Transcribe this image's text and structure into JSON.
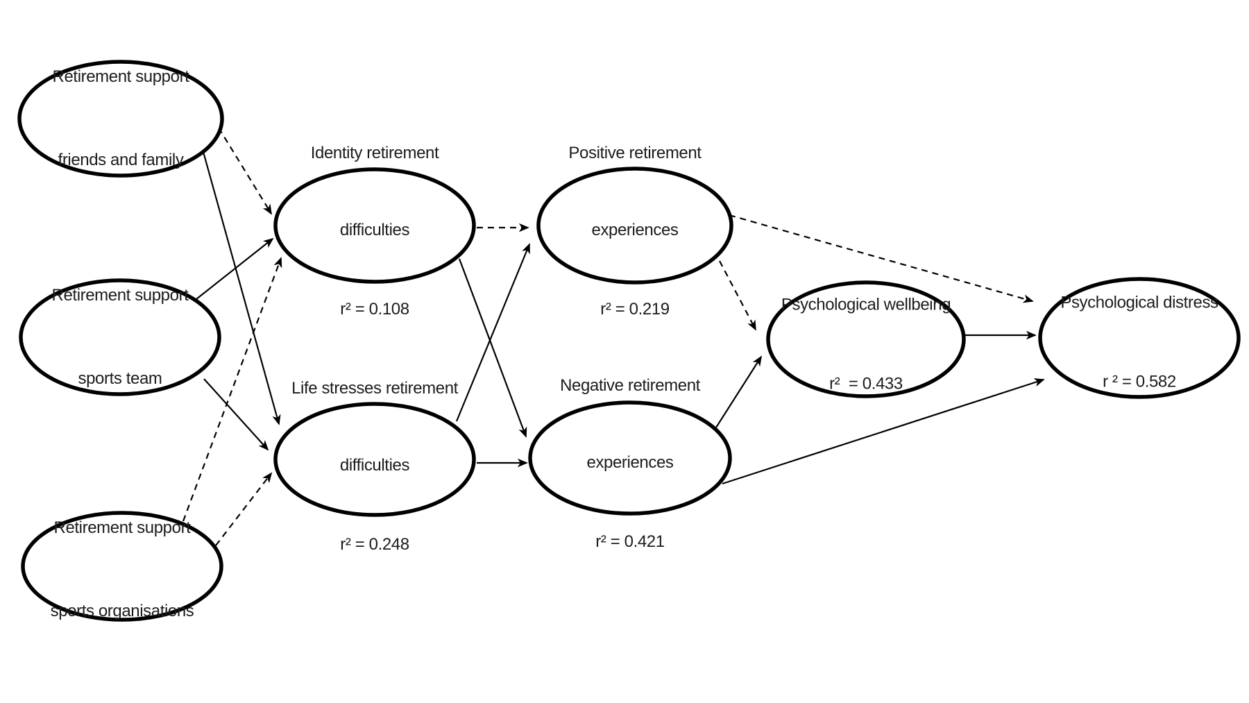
{
  "figure": {
    "type": "path-diagram",
    "background_color": "#ffffff",
    "stroke_color": "#000000",
    "nodes": {
      "friends_family": {
        "lines": [
          "Retirement support",
          "friends and family"
        ],
        "r2": null
      },
      "sports_team": {
        "lines": [
          "Retirement support",
          "sports team"
        ],
        "r2": null
      },
      "sports_orgs": {
        "lines": [
          "Retirement support",
          "sports organisations"
        ],
        "r2": null
      },
      "identity": {
        "lines": [
          "Identity retirement",
          "difficulties"
        ],
        "r2": "r² = 0.108"
      },
      "life_stresses": {
        "lines": [
          "Life stresses retirement",
          "difficulties"
        ],
        "r2": "r² = 0.248"
      },
      "positive": {
        "lines": [
          "Positive retirement",
          "experiences"
        ],
        "r2": "r² = 0.219"
      },
      "negative": {
        "lines": [
          "Negative retirement",
          "experiences"
        ],
        "r2": "r² = 0.421"
      },
      "wellbeing": {
        "lines": [
          "Psychological wellbeing"
        ],
        "r2": "r²  = 0.433"
      },
      "distress": {
        "lines": [
          "Psychological distress"
        ],
        "r2": "r ² = 0.582"
      }
    },
    "edges": [
      {
        "from": "friends_family",
        "to": "identity",
        "style": "dashed"
      },
      {
        "from": "friends_family",
        "to": "life_stresses",
        "style": "solid"
      },
      {
        "from": "sports_team",
        "to": "identity",
        "style": "solid"
      },
      {
        "from": "sports_team",
        "to": "life_stresses",
        "style": "solid"
      },
      {
        "from": "sports_orgs",
        "to": "identity",
        "style": "dashed"
      },
      {
        "from": "sports_orgs",
        "to": "life_stresses",
        "style": "dashed"
      },
      {
        "from": "identity",
        "to": "positive",
        "style": "dashed"
      },
      {
        "from": "identity",
        "to": "negative",
        "style": "solid"
      },
      {
        "from": "life_stresses",
        "to": "positive",
        "style": "solid"
      },
      {
        "from": "life_stresses",
        "to": "negative",
        "style": "solid"
      },
      {
        "from": "positive",
        "to": "wellbeing",
        "style": "dashed"
      },
      {
        "from": "positive",
        "to": "distress",
        "style": "dashed"
      },
      {
        "from": "negative",
        "to": "wellbeing",
        "style": "solid"
      },
      {
        "from": "negative",
        "to": "distress",
        "style": "solid"
      },
      {
        "from": "wellbeing",
        "to": "distress",
        "style": "solid"
      }
    ]
  }
}
